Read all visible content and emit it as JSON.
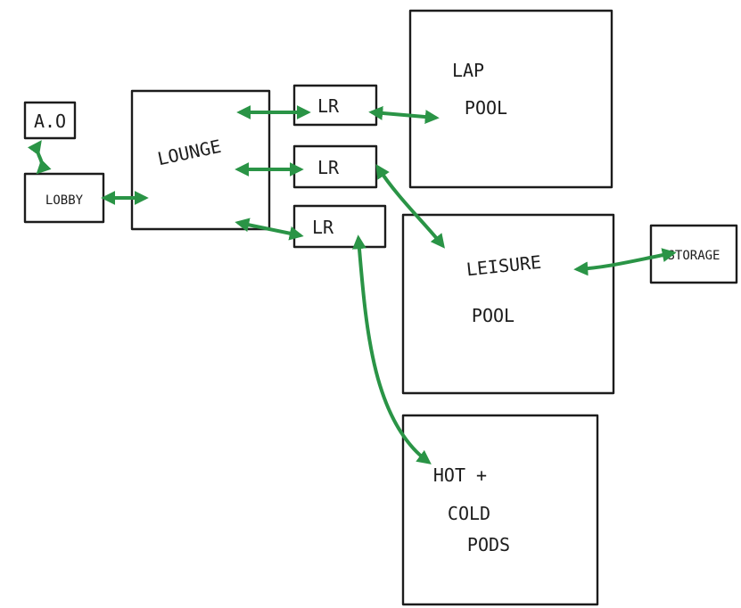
{
  "diagram": {
    "colors": {
      "ink": "#1c1c1c",
      "arrow": "#2a9446",
      "background": "#ffffff"
    },
    "rooms": {
      "ao": {
        "label": "A.O"
      },
      "lobby": {
        "label": "LOBBY"
      },
      "lounge": {
        "label": "LOUNGE"
      },
      "lr1": {
        "label": "LR"
      },
      "lr2": {
        "label": "LR"
      },
      "lr3": {
        "label": "LR"
      },
      "lap_pool": {
        "line1": "LAP",
        "line2": "POOL"
      },
      "leisure_pool": {
        "line1": "LEISURE",
        "line2": "POOL"
      },
      "storage": {
        "label": "STORAGE"
      },
      "pods": {
        "line1": "HOT +",
        "line2": "COLD",
        "line3": "PODS"
      }
    },
    "connections": [
      {
        "from": "A.O",
        "to": "LOBBY",
        "bidirectional": true
      },
      {
        "from": "LOBBY",
        "to": "LOUNGE",
        "bidirectional": true
      },
      {
        "from": "LOUNGE",
        "to": "LR",
        "bidirectional": true
      },
      {
        "from": "LOUNGE",
        "to": "LR",
        "bidirectional": true
      },
      {
        "from": "LOUNGE",
        "to": "LR",
        "bidirectional": true
      },
      {
        "from": "LR",
        "to": "LAP POOL",
        "bidirectional": true
      },
      {
        "from": "LR",
        "to": "LEISURE POOL",
        "bidirectional": true
      },
      {
        "from": "LEISURE POOL",
        "to": "STORAGE",
        "bidirectional": true
      },
      {
        "from": "LR",
        "to": "HOT + COLD PODS",
        "bidirectional": true
      }
    ]
  }
}
